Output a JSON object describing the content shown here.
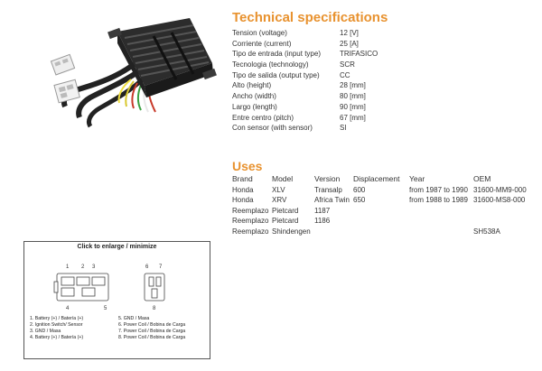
{
  "spec": {
    "title": "Technical specifications",
    "rows": [
      {
        "label": "Tension (voltage)",
        "value": "12 [V]"
      },
      {
        "label": "Corriente (current)",
        "value": "25 [A]"
      },
      {
        "label": "Tipo de entrada (input type)",
        "value": "TRIFASICO"
      },
      {
        "label": "Tecnologia (technology)",
        "value": "SCR"
      },
      {
        "label": "Tipo de salida (output type)",
        "value": "CC"
      },
      {
        "label": "Alto (height)",
        "value": "28 [mm]"
      },
      {
        "label": "Ancho (width)",
        "value": "80 [mm]"
      },
      {
        "label": "Largo (length)",
        "value": "90 [mm]"
      },
      {
        "label": "Entre centro (pitch)",
        "value": "67 [mm]"
      },
      {
        "label": "Con sensor (with sensor)",
        "value": "SI"
      }
    ]
  },
  "uses": {
    "title": "Uses",
    "headers": {
      "brand": "Brand",
      "model": "Model",
      "version": "Version",
      "displacement": "Displacement",
      "year": "Year",
      "oem": "OEM"
    },
    "rows": [
      {
        "brand": "Honda",
        "model": "XLV",
        "version": "Transalp",
        "displacement": "600",
        "year": "from 1987 to 1990",
        "oem": "31600-MM9-000"
      },
      {
        "brand": "Honda",
        "model": "XRV",
        "version": "Africa Twin",
        "displacement": "650",
        "year": "from 1988 to 1989",
        "oem": "31600-MS8-000"
      },
      {
        "brand": "Reemplazo",
        "model": "Pietcard",
        "version": "1187",
        "displacement": "",
        "year": "",
        "oem": ""
      },
      {
        "brand": "Reemplazo",
        "model": "Pietcard",
        "version": "1186",
        "displacement": "",
        "year": "",
        "oem": ""
      },
      {
        "brand": "Reemplazo",
        "model": "Shindengen",
        "version": "",
        "displacement": "",
        "year": "",
        "oem": "SH538A"
      }
    ]
  },
  "diagram": {
    "caption": "Click to enlarge / minimize",
    "pins": {
      "p1": "1",
      "p2": "2",
      "p3": "3",
      "p4": "4",
      "p5": "5",
      "p6": "6",
      "p7": "7",
      "p8": "8"
    },
    "legend_left": [
      "1. Battery (+) / Batería (+)",
      "2. Ignition Switch/ Sensor",
      "3. GND / Masa",
      "4. Battery (+) / Batería (+)"
    ],
    "legend_right": [
      "5. GND / Masa",
      "6. Power Coil / Bobina de Carga",
      "7. Power Coil / Bobina de Carga",
      "8. Power Coil / Bobina de Carga"
    ]
  },
  "colors": {
    "accent": "#e8922f",
    "text": "#333333"
  }
}
